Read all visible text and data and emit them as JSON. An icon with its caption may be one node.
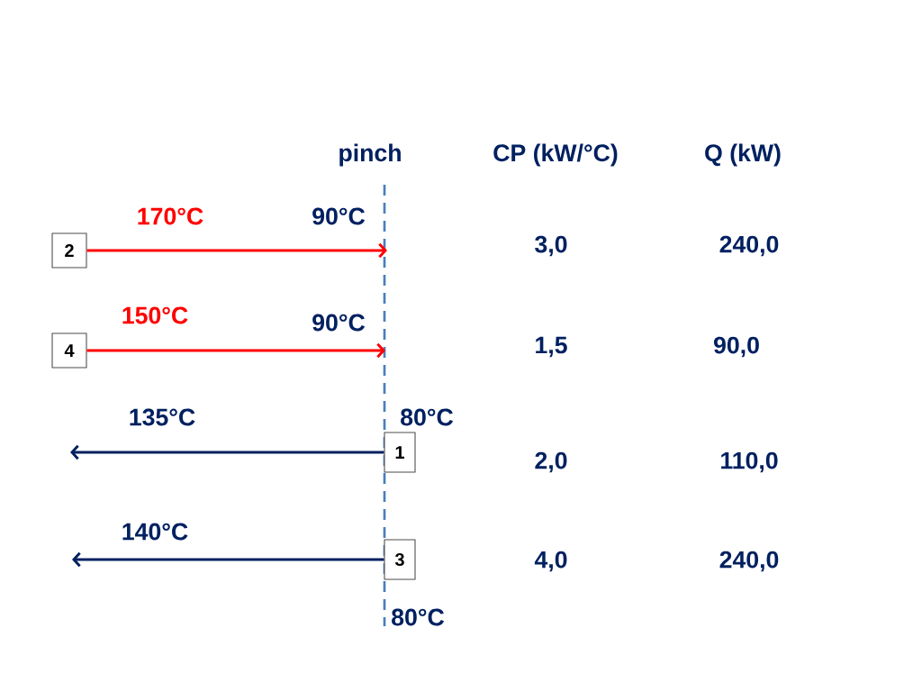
{
  "diagram": {
    "nodes": [
      {
        "text": [
          "2"
        ]
      },
      {
        "text": [
          "4"
        ]
      },
      {
        "text": [
          "1"
        ]
      },
      {
        "text": [
          "3"
        ]
      }
    ],
    "edges": [
      {
        "from": 0,
        "to": null,
        "arrow": "to",
        "color": "#ff0000"
      },
      {
        "from": 1,
        "to": null,
        "arrow": "to",
        "color": "#ff0000"
      },
      {
        "from": 2,
        "to": null,
        "arrow": "to",
        "color": "#002060"
      },
      {
        "from": 3,
        "to": null,
        "arrow": "to",
        "color": "#002060"
      }
    ],
    "labels": [
      "pinch",
      "CP (kW/°C)",
      "Q (kW)",
      "170°C",
      "90°C",
      "3,0",
      "240,0",
      "150°C",
      "90°C",
      "1,5",
      "90,0",
      "135°C",
      "80°C",
      "2,0",
      "110,0",
      "140°C",
      "4,0",
      "240,0",
      "80°C"
    ]
  }
}
